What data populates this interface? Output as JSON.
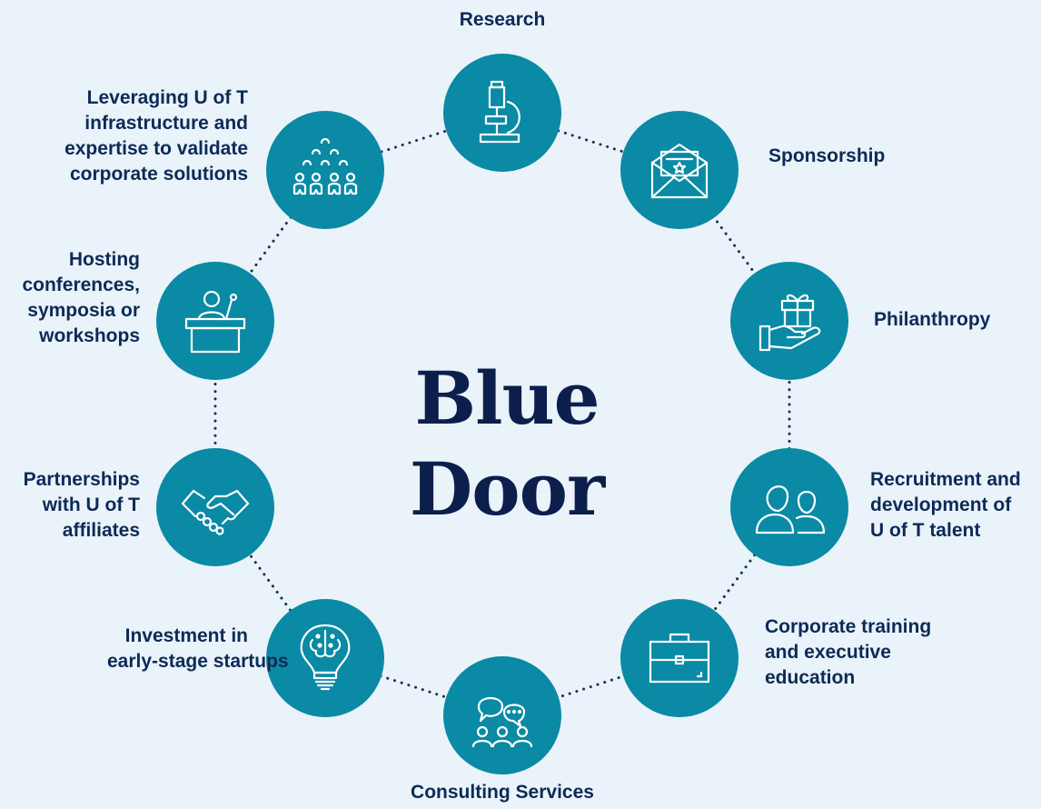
{
  "title": "Blue Door",
  "nodes": [
    {
      "label": "Research",
      "icon": "microscope-icon"
    },
    {
      "label": "Sponsorship",
      "icon": "envelope-icon"
    },
    {
      "label": "Philanthropy",
      "icon": "gift-in-hand-icon"
    },
    {
      "label": "Recruitment and development of U of T talent",
      "lines": [
        "Recruitment and",
        "development of",
        "U of T talent"
      ],
      "icon": "two-people-icon"
    },
    {
      "label": "Corporate training and executive education",
      "lines": [
        "Corporate training",
        "and executive",
        "education"
      ],
      "icon": "briefcase-icon"
    },
    {
      "label": "Consulting Services",
      "icon": "chat-group-icon"
    },
    {
      "label": "Investment in early-stage startups",
      "lines": [
        "Investment in",
        "early-stage startups"
      ],
      "icon": "lightbulb-brain-icon"
    },
    {
      "label": "Partnerships with U of T affiliates",
      "lines": [
        "Partnerships",
        "with U of T",
        "affiliates"
      ],
      "icon": "handshake-icon"
    },
    {
      "label": "Hosting conferences, symposia or workshops",
      "lines": [
        "Hosting",
        "conferences,",
        "symposia or",
        "workshops"
      ],
      "icon": "podium-speaker-icon"
    },
    {
      "label": "Leveraging U of T infrastructure and expertise to validate corporate solutions",
      "lines": [
        "Leveraging U of T",
        "infrastructure and",
        "expertise to validate",
        "corporate solutions"
      ],
      "icon": "audience-icon"
    }
  ],
  "colors": {
    "background": "#e9f3f9",
    "node": "#0a8aa4",
    "text": "#0d2a57",
    "title": "#0c1f4c"
  }
}
